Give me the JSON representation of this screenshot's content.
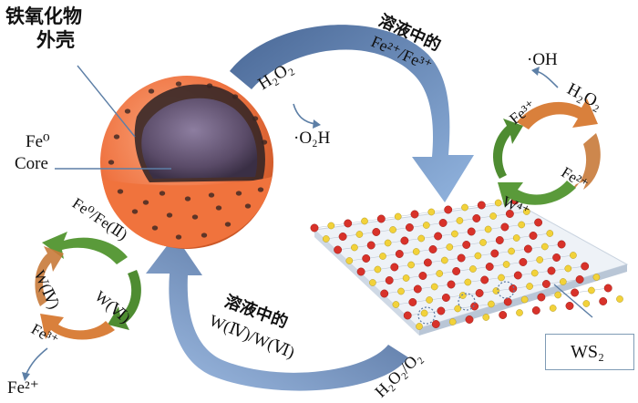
{
  "shell_label_line1": "铁氧化物",
  "shell_label_line2": "外壳",
  "core_label_line1": "Fe⁰",
  "core_label_line2": "Core",
  "h2o2_top": "H₂O₂",
  "o2h": "·O₂H",
  "solution_top_cn": "溶液中的",
  "solution_top_chem": "Fe²⁺/Fe³⁺",
  "oh_radical": "·OH",
  "right_cycle": {
    "h2o2": "H₂O₂",
    "fe3": "Fe³⁺",
    "fe2": "Fe²⁺",
    "w4": "W⁴⁺"
  },
  "left_cycle": {
    "fe_top": "Fe⁰/Fe(Ⅱ)",
    "w4": "W(Ⅳ)",
    "w6": "W(Ⅵ)",
    "fe3": "Fe³⁺",
    "fe2": "Fe²⁺"
  },
  "solution_bottom_cn": "溶液中的",
  "solution_bottom_chem": "W(Ⅳ)/W(Ⅵ)",
  "h2o2_o2": "H₂O₂/O₂",
  "ws2_label": "WS₂",
  "colors": {
    "shell": "#f07b45",
    "core": "#5b4d6a",
    "blue_arrow": "#7d9fcb",
    "green_arrow": "#5a9a3a",
    "orange_arrow": "#d9803c",
    "sulfur": "#f2d23a",
    "tungsten": "#d8322a"
  }
}
